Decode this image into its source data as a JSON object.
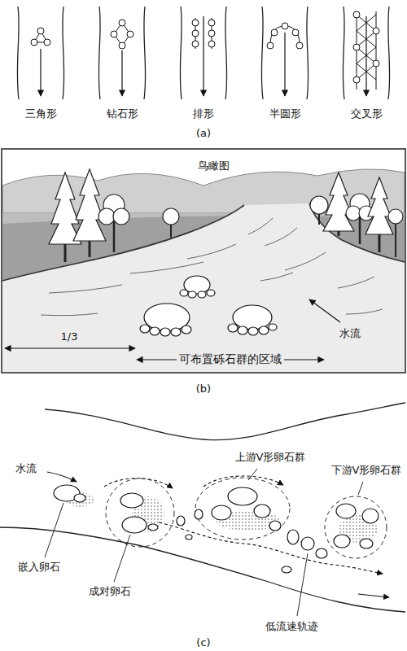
{
  "diagram": {
    "labels": [
      "三角形",
      "钻石形",
      "排形",
      "半圆形",
      "交叉形",
      "(a)",
      "鸟瞰图",
      "1/3",
      "水流",
      "可布置砾石群的区域",
      "(b)",
      "水流",
      "上游V形卵石群",
      "下游V形卵石群",
      "嵌入卵石",
      "成对卵石",
      "低流速轨迹",
      "(c)"
    ]
  }
}
